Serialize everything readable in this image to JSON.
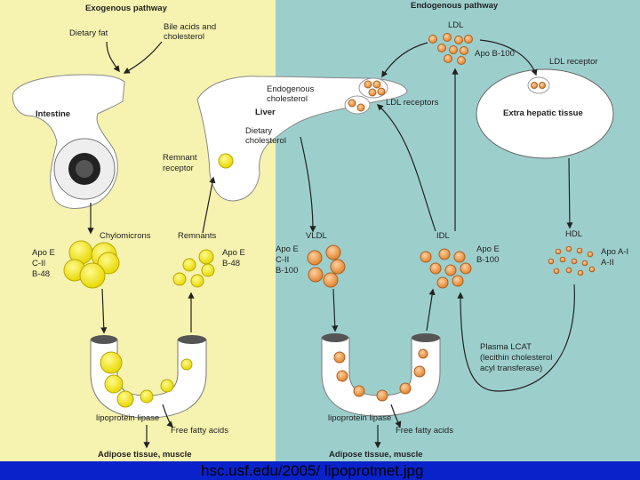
{
  "exogenous": {
    "title": "Exogenous pathway",
    "dietary_fat": "Dietary fat",
    "bile_line1": "Bile acids and",
    "bile_line2": "cholesterol",
    "intestine": "Intestine",
    "remnant_receptor_line1": "Remnant",
    "remnant_receptor_line2": "receptor",
    "dietary_chol_line1": "Dietary",
    "dietary_chol_line2": "cholesterol",
    "chylomicrons": "Chylomicrons",
    "remnants": "Remnants",
    "chylo_apo": [
      "Apo E",
      "C-II",
      "B-48"
    ],
    "remnant_apo": [
      "Apo E",
      "B-48"
    ],
    "lipase": "lipoprotein lipase",
    "ffa": "Free fatty acids",
    "tissue": "Adipose tissue, muscle"
  },
  "endogenous": {
    "title": "Endogenous pathway",
    "ldl": "LDL",
    "apob100": "Apo B-100",
    "ldl_receptor": "LDL receptor",
    "endo_chol_line1": "Endogenous",
    "endo_chol_line2": "cholesterol",
    "liver": "Liver",
    "ldl_receptors": "LDL receptors",
    "extrahepatic": "Extra hepatic tissue",
    "vldl": "VLDL",
    "idl": "IDL",
    "hdl": "HDL",
    "vldl_apo": [
      "Apo E",
      "C-II",
      "B-100"
    ],
    "idl_apo": [
      "Apo E",
      "B-100"
    ],
    "hdl_apo": [
      "Apo A-I",
      "A-II"
    ],
    "lcat": [
      "Plasma LCAT",
      "(lecithin cholesterol",
      "acyl transferase)"
    ],
    "lipase": "lipoprotein lipase",
    "ffa": "Free fatty acids",
    "tissue": "Adipose tissue, muscle"
  },
  "caption": "hsc.usf.edu/2005/ lipoprotmet.jpg",
  "colors": {
    "left_panel": "#f6f3b0",
    "right_panel": "#9ccfcc",
    "chylo_yellow": "#f5e618",
    "ldl_orange": "#f0a050",
    "caption_bar": "#0a22c9"
  }
}
